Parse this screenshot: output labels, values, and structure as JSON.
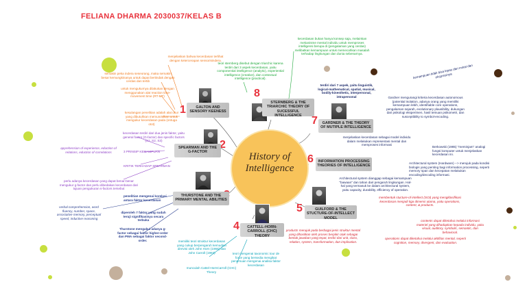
{
  "title": "FELIANA DHARMA 2030037/KELAS B",
  "center": "History of Intelligence",
  "theories": [
    {
      "num": "1",
      "label": "GALTON AND SENSORY KEENESS"
    },
    {
      "num": "2",
      "label": "SPEARMAN AND THE G-FACTOR"
    },
    {
      "num": "3",
      "label": "THURSTONE AND THE PRIMARY MENTAL ABILITIES"
    },
    {
      "num": "4",
      "label": "CATTELL-HORN-CARROLL (CHC) THEORY"
    },
    {
      "num": "5",
      "label": "GUILFORD & THE STUCTURE-OF-INTELLECT MODEL"
    },
    {
      "num": "6",
      "label": "INFORMATION PROCESSING THEORIES OF INTELLIGENCE"
    },
    {
      "num": "7",
      "label": "GARDNER & THE THEORY OF MUTIPLE INTELLIGENCE"
    },
    {
      "num": "8",
      "label": "STERNBERG & THE TRIARCHIC THEORY OF SUCESSFUL INTELLIGENCE"
    }
  ],
  "galton": {
    "n1": "menjelaskan bahwa kecerdasan terlihat dengan ketercerapan sensorisindera.",
    "n2": "semakin peka indera seseorang, maka semakin besar kemungkinanya untuk dapat bertindak dengan cerdas dan tertib",
    "n3": "untuk mengukurnya dilakukan dengan menggunakan alat reaction time-movement time (RT-MT)",
    "n4": "kesulangan penelitian adalah alat ukur yang dibutuhkan memunculkan untuk mengukur kecerdasan pada (ontuga otot)"
  },
  "spearman": {
    "n1": "kecerdasan terdiri dari dua jenis faktor, yaitu general factor (G-factor) dan specific factors (S1, S2, S3)",
    "n2": "3 PRINSIP KEMAMPUAN",
    "n3": "apprehension of experience, eduction of relations, eduction of correlations",
    "n4": "KRITIK TERHADAP SPEARMAN",
    "n5": "perlu adanya kecerdasan yang dapat benar-benar mengukur g-factor dan perlu dibedakan kecerdasan dari tujuan pengukuran s-factors tersebut"
  },
  "thurstone": {
    "n1": "penelitian mengenai korelasi antara faktor kecerdasan",
    "n2": "verbal comprehension, word fluency, number, space, associative memory, perceptual speed, inductive reasoning",
    "n3": "diperoleh 7 faktor yang sudah teruji signifikasinya secara terbuka",
    "n4": "Thurstone mengakui adanya g-factor sebagai faktor higher-order dan PMA sebagai faktor second-order."
  },
  "chc": {
    "n1": "memiliki teori struktur kecerdasan yang cukup berpengaruh kemudian direvisi oleh John Horn (1966) dan John Carroll (1993)",
    "n2": "teori mengenai taxonomic tour de force yang bersedia mengikat penemuan mengenai analisa faktor kecerdasan",
    "n3": "munculah Cattel-HornCarroll (CHC) Theory"
  },
  "guilford": {
    "n1": "membentuk stucture-of-intellect (SOI) yang mengklasifikasi kecerdasan menjadi tiga dimensi utama, yaitu operations, content, & products.",
    "n2": "contents dapat diketahui melalui informasi materiel yang dihadapkan kepada individu, yaitu visual, auditory, symbolic, semantic, dan behavioral.",
    "n3": "operations dapat diketahui melalui aktifitas mental, seperti cognition, memory, divergent, dan evaluation.",
    "n4": "products merujuk pada berbagai jenis struktur mental yang dihasilkan oleh proses berpikir otak sebagai bentuk jawaban yang tepat, terdiri dari unit, class, relation, system, transformation, dan implication."
  },
  "infoproc": {
    "n1": "menjelaskan kecerdasan sebagai model individu dalam melakukan representasi mental dan memproses informasi",
    "n2": "Berkowski (1985) \"meminjam\" analogi fungsi komputer untuk menjelaskan kecerdasan ini.",
    "n3": "Architectural system (Hardware) --> merujuk pada kondisi biologis yang penting bagi information processing, seperti memory span dan kecepatan melakukan encoding/decoding informasi.",
    "n4": "Architectural system dianggap sebagai kemampuan \"bawaan\" dan tahan dari pengaruh lingkungan. Hal-hal yang termasuk ke dalam architectural system, yaitu capacity, durability, efficiency of operation."
  },
  "gardner": {
    "n1": "kecerdasan bukan hanya konsep saja, melainkan mekanisme mental individu untuk memproses intelligensi berupa di (pengalaman yang cerdas) melibatkan kemampuan untuk memecahkan masalah terhadap lingkungan dan dunia sebenarnya.",
    "n2": "terdiri dari 7 aspek, yaitu linguistik, logical-mathematical, spatial, musical, bodily-kinesthetic, interpersonal, intrapersonal",
    "n3": "kemampuan tidak bisa lepas dari minat dan ekspresinya",
    "n4": "Gardner mengurangi kriteria kecerdasan autonomous (potential isolation, adanya orang yang memiliki kemampuan lebih, identifiable core operations, pengalaman sejarah, evolutionary plausibility, dukungan dari psikologi eksperimen, hasil temuan psikometri, dan susceptibility to symbol-encoding."
  },
  "sternberg": {
    "n1": "teori sternberg disebut dengan triarchic karena terdiri dari 3 aspek kecerdasan, yaitu componential intelligence (analytic), experiential intelligence (creative), dan contextual intelligence (practical)."
  },
  "colors": {
    "title": "#e8323c",
    "center": "#f8c35a",
    "orange": "#f07a1e",
    "green": "#1ea83a",
    "blue": "#2a3f8f",
    "purple": "#8e3fc6",
    "red": "#d4202c",
    "teal": "#0aa3b8"
  }
}
